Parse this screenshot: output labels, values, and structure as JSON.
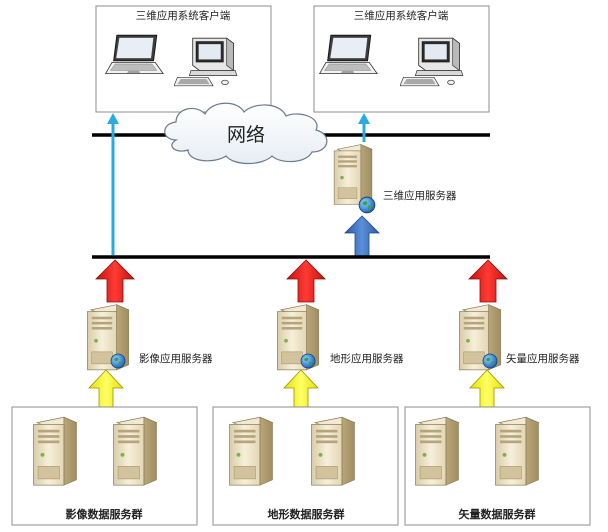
{
  "clients": [
    {
      "label": "三维应用系统客户端"
    },
    {
      "label": "三维应用系统客户端"
    }
  ],
  "network_label": "网络",
  "servers": [
    {
      "label": "三维应用服务器"
    },
    {
      "label": "影像应用服务器"
    },
    {
      "label": "地形应用服务器"
    },
    {
      "label": "矢量应用服务器"
    }
  ],
  "clusters": [
    {
      "label": "影像数据服务群"
    },
    {
      "label": "地形数据服务群"
    },
    {
      "label": "矢量数据服务群"
    }
  ],
  "colors": {
    "line": "#000000",
    "cyan_arrow": "#29abe2",
    "blue_arrow": "#3a6fbf",
    "red_arrow": "#e8211b",
    "yellow_arrow": "#ffff33",
    "server_body": "#efe6c8",
    "server_shade": "#c9b98c",
    "box_border": "#888888"
  }
}
